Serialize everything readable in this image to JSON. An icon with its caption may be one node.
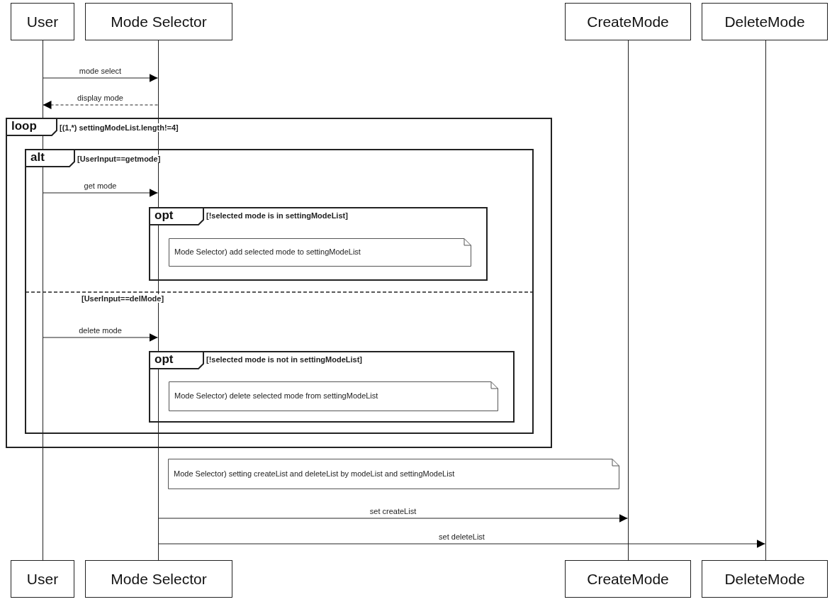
{
  "diagram": {
    "nodes": [
      {
        "text": [
          "User"
        ]
      },
      {
        "text": [
          "Mode Selector"
        ]
      },
      {
        "text": [
          "CreateMode"
        ]
      },
      {
        "text": [
          "DeleteMode"
        ]
      },
      {
        "text": [],
        "shape": "bar"
      },
      {
        "text": [],
        "shape": "bar"
      },
      {
        "text": [],
        "shape": "bar"
      },
      {
        "text": [],
        "shape": "bar"
      },
      {
        "text": [
          "loop",
          "[(1,*) settingModeList.length!=4]"
        ]
      },
      {
        "text": [
          "alt",
          "[UserInput==getmode]",
          "[UserInput==delMode]"
        ],
        "in": 8
      },
      {
        "text": [
          "opt",
          "[!selected mode is in settingModeList]"
        ],
        "in": 9
      },
      {
        "text": [
          "Mode Selector) add selected mode to settingModeList"
        ],
        "in": 10
      },
      {
        "text": [
          "opt",
          "[!selected mode is not in settingModeList]"
        ],
        "in": 9
      },
      {
        "text": [
          "Mode Selector) delete selected mode from settingModeList"
        ],
        "in": 12
      },
      {
        "text": [
          "Mode Selector) setting createList and deleteList by modeList and settingModeList"
        ]
      },
      {
        "text": [
          "User"
        ]
      },
      {
        "text": [
          "Mode Selector"
        ]
      },
      {
        "text": [
          "CreateMode"
        ]
      },
      {
        "text": [
          "DeleteMode"
        ]
      }
    ],
    "edges": [
      {
        "from": 4,
        "to": 5,
        "arrow": "to",
        "label": "mode select"
      },
      {
        "from": 5,
        "to": 4,
        "arrow": "to",
        "label": "display mode",
        "style": "dashed"
      },
      {
        "from": 4,
        "to": 5,
        "arrow": "to",
        "label": "get mode"
      },
      {
        "from": 4,
        "to": 5,
        "arrow": "to",
        "label": "delete mode"
      },
      {
        "from": 5,
        "to": 6,
        "arrow": "to",
        "label": "set createList"
      },
      {
        "from": 5,
        "to": 7,
        "arrow": "to",
        "label": "set deleteList"
      }
    ]
  }
}
